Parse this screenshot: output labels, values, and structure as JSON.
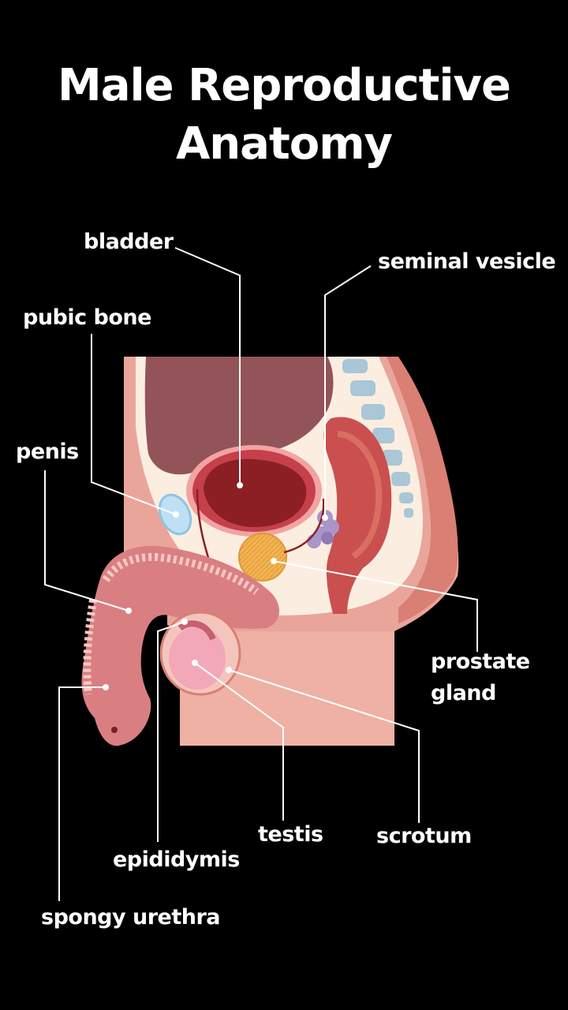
{
  "title": {
    "line1": "Male Reproductive",
    "line2": "Anatomy"
  },
  "labels": {
    "bladder": "bladder",
    "seminal_vesicle": "seminal vesicle",
    "pubic_bone": "pubic bone",
    "penis": "penis",
    "prostate_line1": "prostate",
    "prostate_line2": "gland",
    "testis": "testis",
    "scrotum": "scrotum",
    "epididymis": "epididymis",
    "spongy_urethra": "spongy urethra"
  },
  "colors": {
    "background": "#000000",
    "skin": "#eaa59a",
    "skin_dark": "#d97f74",
    "inner_cream": "#fbeee0",
    "bladder": "#8b1f24",
    "cavity": "#935459",
    "rectum": "#c9504e",
    "prostate": "#f0b04a",
    "vesicle": "#a995c9",
    "pubic_bone": "#bfe0f3",
    "testis": "#f2a8b8",
    "spine": "#a9c7d6"
  }
}
